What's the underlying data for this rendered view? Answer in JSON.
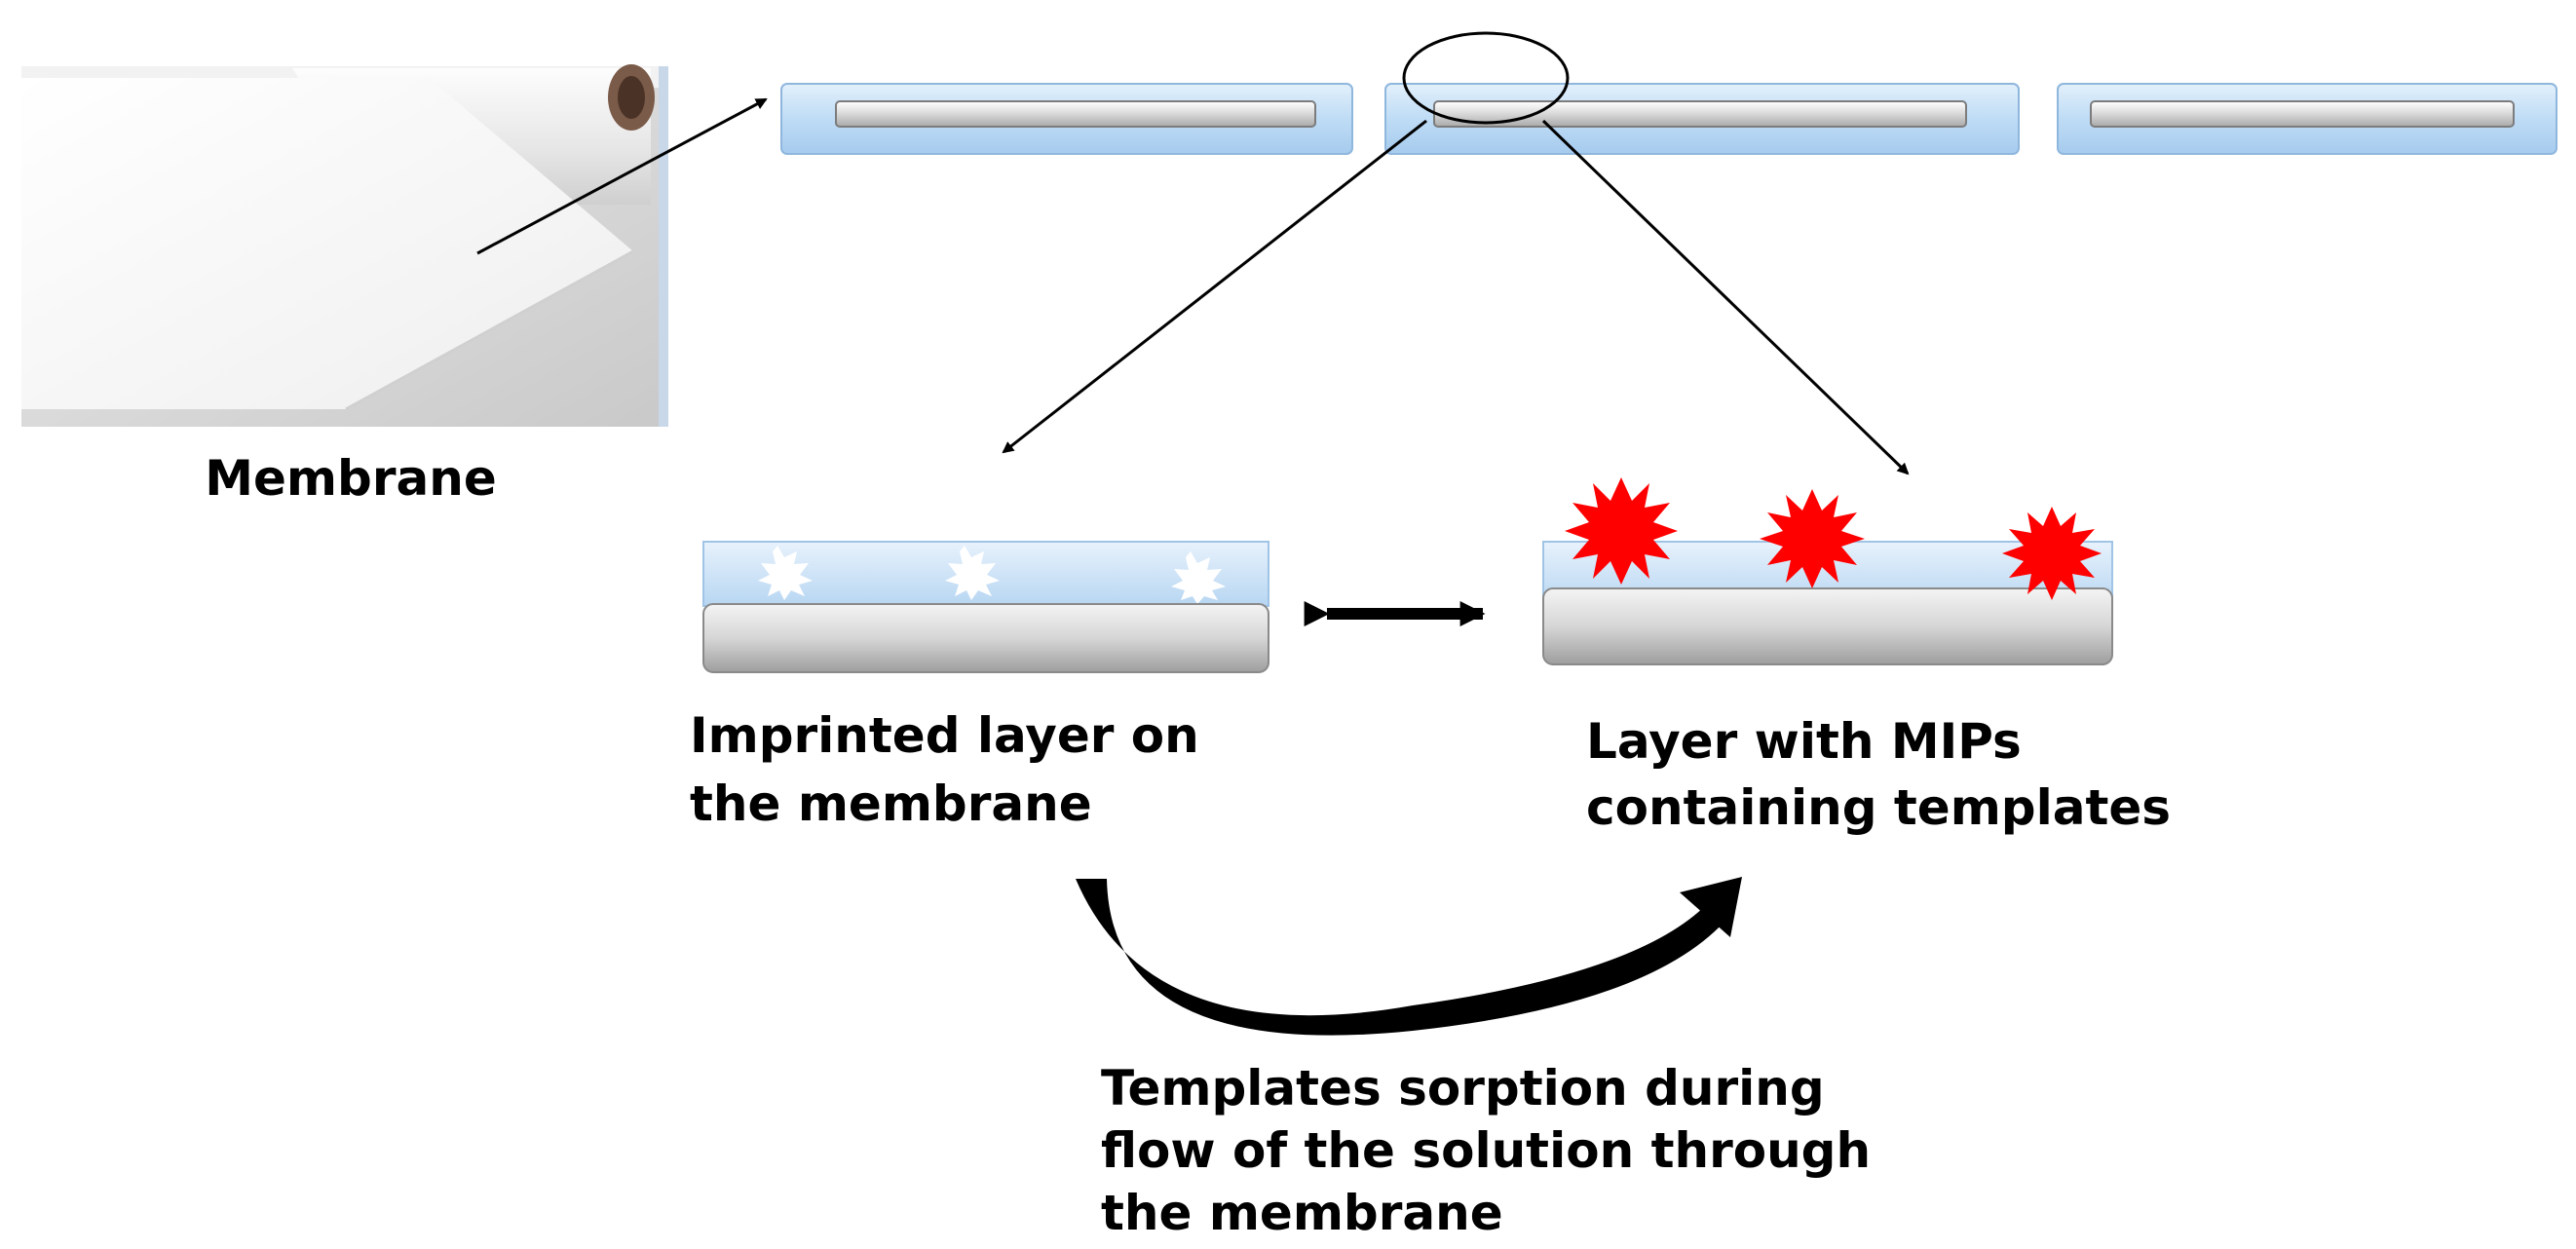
{
  "labels": {
    "membrane": "Membrane",
    "imprinted_line1": "Imprinted layer on",
    "imprinted_line2": "the membrane",
    "mips_line1": "Layer with MIPs",
    "mips_line2": "containing templates",
    "sorption_line1": "Templates sorption during",
    "sorption_line2": "flow of the solution through",
    "sorption_line3": "the membrane"
  },
  "colors": {
    "membrane_layer": "#bfdcf5",
    "membrane_core": "#d9d9d9",
    "template": "#ff0000",
    "arrow": "#000000"
  },
  "icons": {
    "photo": "membrane-photo",
    "template_molecule": "red-starburst",
    "cavity": "white-starburst"
  }
}
